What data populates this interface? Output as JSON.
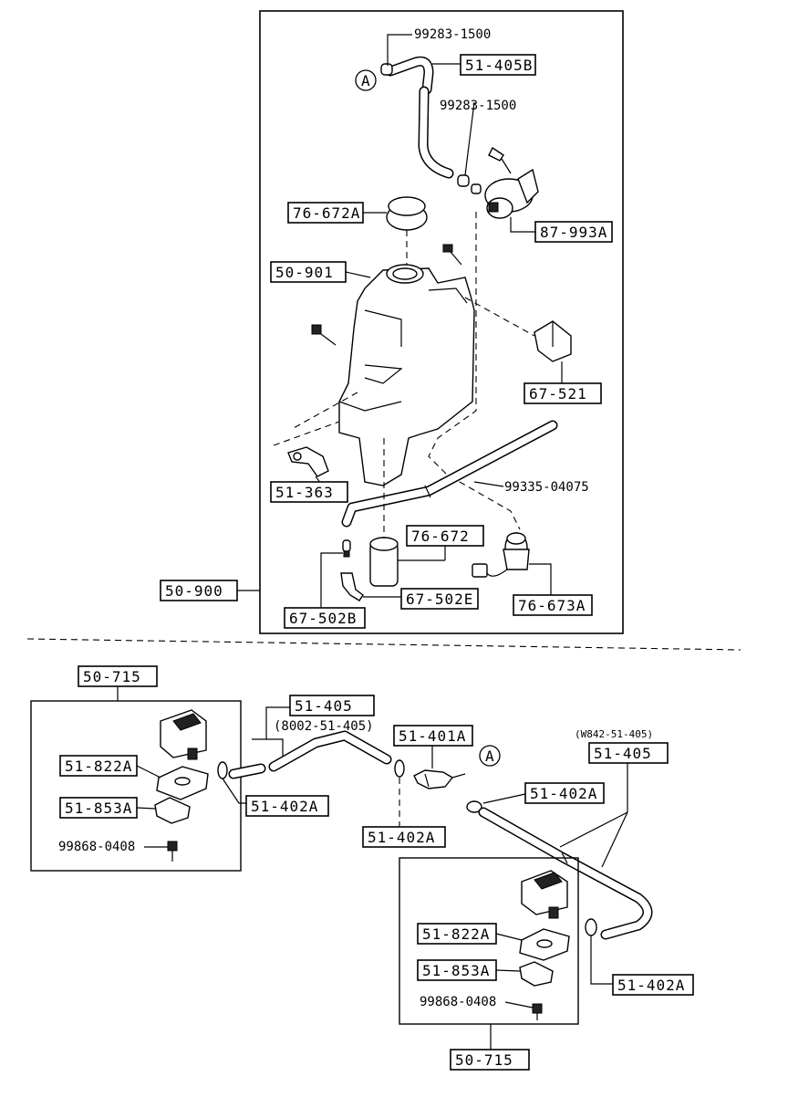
{
  "labels": {
    "p_51_405B": "51-405B",
    "p_99283_1500_top": "99283-1500",
    "p_99283_1500_mid": "99283-1500",
    "circle_A_top": "A",
    "p_76_672A": "76-672A",
    "p_87_993A": "87-993A",
    "p_50_901": "50-901",
    "p_67_521": "67-521",
    "p_51_363": "51-363",
    "p_99335_04075": "99335-04075",
    "p_76_672": "76-672",
    "p_50_900": "50-900",
    "p_67_502E": "67-502E",
    "p_67_502B": "67-502B",
    "p_76_673A": "76-673A",
    "p_50_715_left": "50-715",
    "p_51_822A_left": "51-822A",
    "p_51_853A_left": "51-853A",
    "p_99868_0408_left": "99868-0408",
    "p_51_405": "51-405",
    "p_8002_51_405": "(8002-51-405)",
    "p_51_402A_a": "51-402A",
    "p_51_401A": "51-401A",
    "circle_A_bottom": "A",
    "p_51_402A_b": "51-402A",
    "p_W842_51_405": "(W842-51-405)",
    "p_51_405_right": "51-405",
    "p_51_402A_c": "51-402A",
    "p_51_822A_right": "51-822A",
    "p_51_853A_right": "51-853A",
    "p_99868_0408_right": "99868-0408",
    "p_51_402A_d": "51-402A",
    "p_50_715_bottom": "50-715"
  },
  "colors": {
    "ink": "#000000",
    "paper": "#ffffff"
  }
}
